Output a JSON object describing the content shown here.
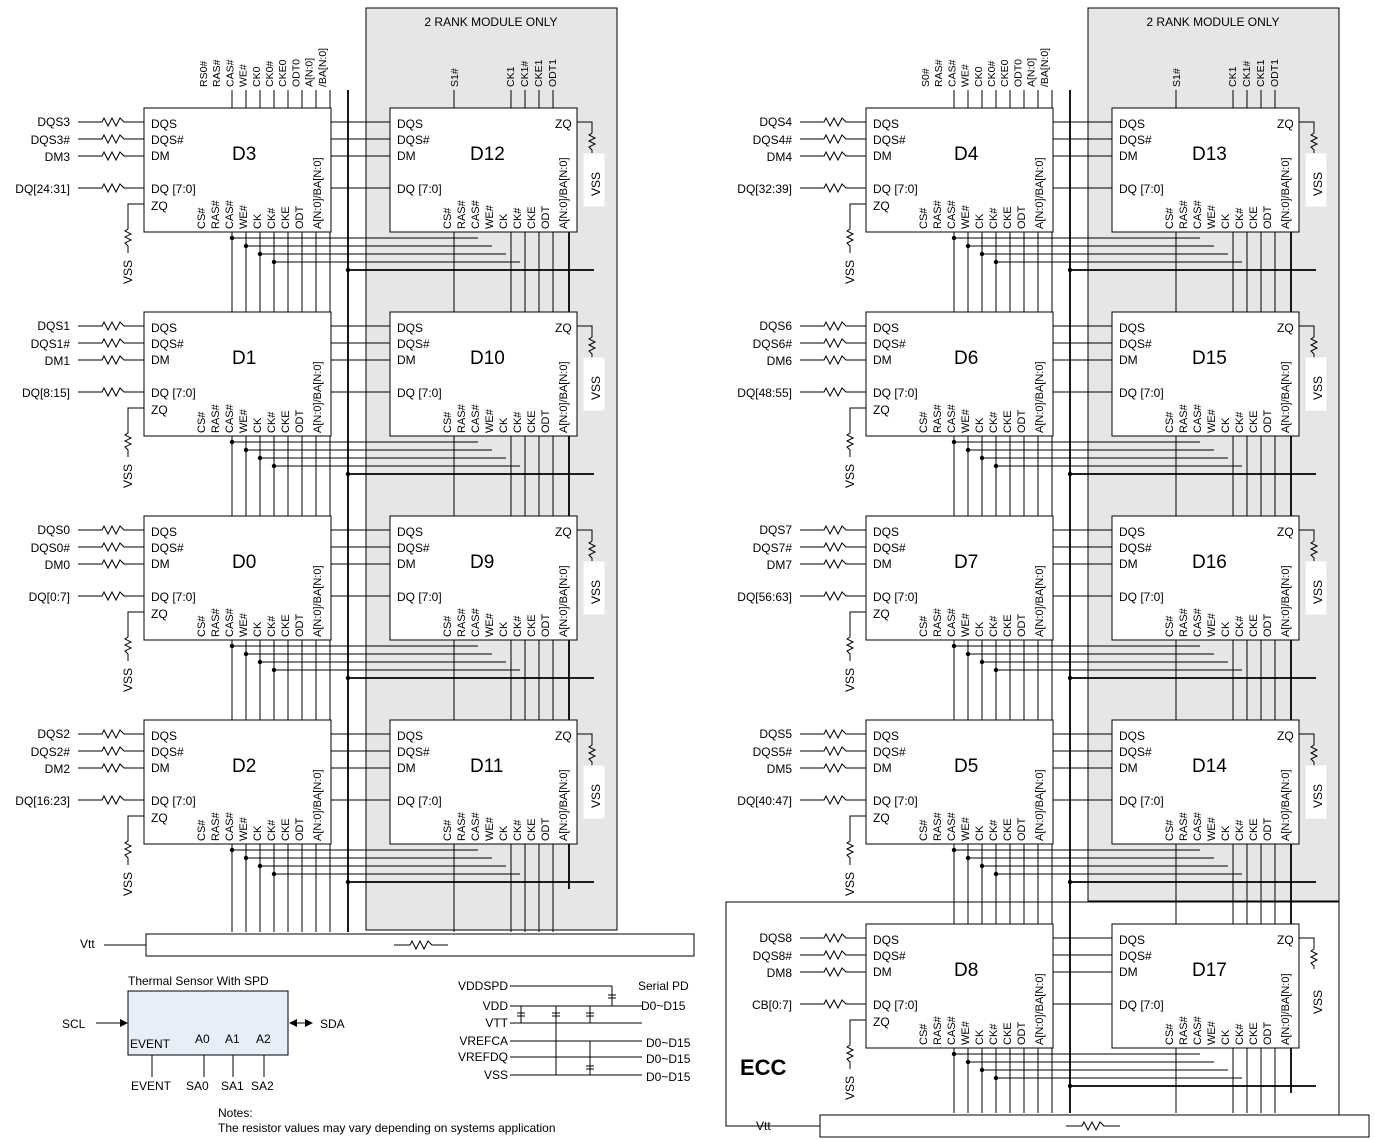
{
  "rank_label": "2 RANK MODULE ONLY",
  "ecc_label": "ECC",
  "vtt_label": "Vtt",
  "vss_label": "VSS",
  "left_top_signals": {
    "rank0": [
      "RS0#",
      "RAS#",
      "CAS#",
      "WE#",
      "CK0",
      "CK0#",
      "CKE0",
      "ODT0",
      "A[N:0]",
      "/BA[N:0]"
    ],
    "rank1": [
      "S1#",
      "CK1",
      "CK1#",
      "CKE1",
      "ODT1"
    ]
  },
  "right_top_signals": {
    "rank0": [
      "S0#",
      "RAS#",
      "CAS#",
      "WE#",
      "CK0",
      "CK0#",
      "CKE0",
      "ODT0",
      "A[N:0]",
      "/BA[N:0]"
    ],
    "rank1": [
      "S1#",
      "CK1",
      "CK1#",
      "CKE1",
      "ODT1"
    ]
  },
  "pins": {
    "left_side": [
      "DQS",
      "DQS#",
      "DM",
      "DQ [7:0]",
      "ZQ"
    ],
    "bottom": [
      "CS#",
      "RAS#",
      "CAS#",
      "WE#",
      "CK",
      "CK#",
      "CKE",
      "ODT",
      "A[N:0]/BA[N:0]"
    ],
    "zq": "ZQ"
  },
  "chip_rows": [
    {
      "dqs": "DQS3",
      "dqsn": "DQS3#",
      "dm": "DM3",
      "dq": "DQ[24:31]",
      "rank0": "D3",
      "rank1": "D12"
    },
    {
      "dqs": "DQS1",
      "dqsn": "DQS1#",
      "dm": "DM1",
      "dq": "DQ[8:15]",
      "rank0": "D1",
      "rank1": "D10"
    },
    {
      "dqs": "DQS0",
      "dqsn": "DQS0#",
      "dm": "DM0",
      "dq": "DQ[0:7]",
      "rank0": "D0",
      "rank1": "D9"
    },
    {
      "dqs": "DQS2",
      "dqsn": "DQS2#",
      "dm": "DM2",
      "dq": "DQ[16:23]",
      "rank0": "D2",
      "rank1": "D11"
    },
    {
      "dqs": "DQS4",
      "dqsn": "DQS4#",
      "dm": "DM4",
      "dq": "DQ[32:39]",
      "rank0": "D4",
      "rank1": "D13"
    },
    {
      "dqs": "DQS6",
      "dqsn": "DQS6#",
      "dm": "DM6",
      "dq": "DQ[48:55]",
      "rank0": "D6",
      "rank1": "D15"
    },
    {
      "dqs": "DQS7",
      "dqsn": "DQS7#",
      "dm": "DM7",
      "dq": "DQ[56:63]",
      "rank0": "D7",
      "rank1": "D16"
    },
    {
      "dqs": "DQS5",
      "dqsn": "DQS5#",
      "dm": "DM5",
      "dq": "DQ[40:47]",
      "rank0": "D5",
      "rank1": "D14"
    },
    {
      "dqs": "DQS8",
      "dqsn": "DQS8#",
      "dm": "DM8",
      "dq": "CB[0:7]",
      "rank0": "D8",
      "rank1": "D17"
    }
  ],
  "thermal_sensor": {
    "title": "Thermal Sensor With SPD",
    "scl": "SCL",
    "sda": "SDA",
    "event_pin": "EVENT",
    "a_pins": [
      "A0",
      "A1",
      "A2"
    ],
    "outputs": [
      "EVENT",
      "SA0",
      "SA1",
      "SA2"
    ]
  },
  "power": {
    "rails": [
      "VDDSPD",
      "VDD",
      "VTT",
      "VREFCA",
      "VREFDQ",
      "VSS"
    ],
    "targets": [
      "Serial PD",
      "D0~D15",
      "D0~D15",
      "D0~D15",
      "D0~D15"
    ]
  },
  "notes": {
    "heading": "Notes:",
    "text": "The resistor values may vary depending on systems application"
  }
}
